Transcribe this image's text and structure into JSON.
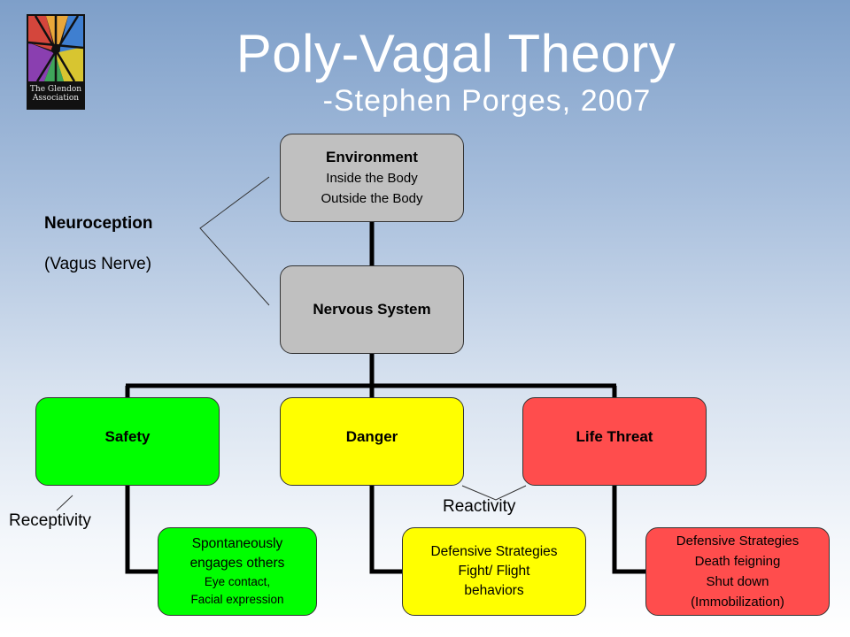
{
  "slide": {
    "title": "Poly-Vagal Theory",
    "subtitle": "-Stephen Porges, 2007"
  },
  "logo": {
    "line1": "The Glendon",
    "line2": "Association"
  },
  "diagram": {
    "environment": {
      "heading": "Environment",
      "lines": [
        "Inside the Body",
        "Outside the Body"
      ]
    },
    "nervous_system": {
      "heading": "Nervous System"
    },
    "safety": {
      "heading": "Safety",
      "detail": [
        "Spontaneously",
        "engages others",
        "Eye contact,",
        "Facial expression"
      ]
    },
    "danger": {
      "heading": "Danger",
      "detail": [
        "Defensive Strategies",
        "Fight/ Flight",
        "behaviors"
      ]
    },
    "life_threat": {
      "heading": "Life Threat",
      "detail": [
        "Defensive Strategies",
        "Death feigning",
        "Shut down",
        "(Immobilization)"
      ]
    }
  },
  "annotations": {
    "neuroception": "Neuroception",
    "vagus": "(Vagus Nerve)",
    "receptivity": "Receptivity",
    "reactivity": "Reactivity"
  },
  "colors": {
    "safety": "#00ff00",
    "danger": "#ffff00",
    "life_threat": "#ff4d4d",
    "neutral": "#c0c0c0",
    "connector": "#000000"
  }
}
